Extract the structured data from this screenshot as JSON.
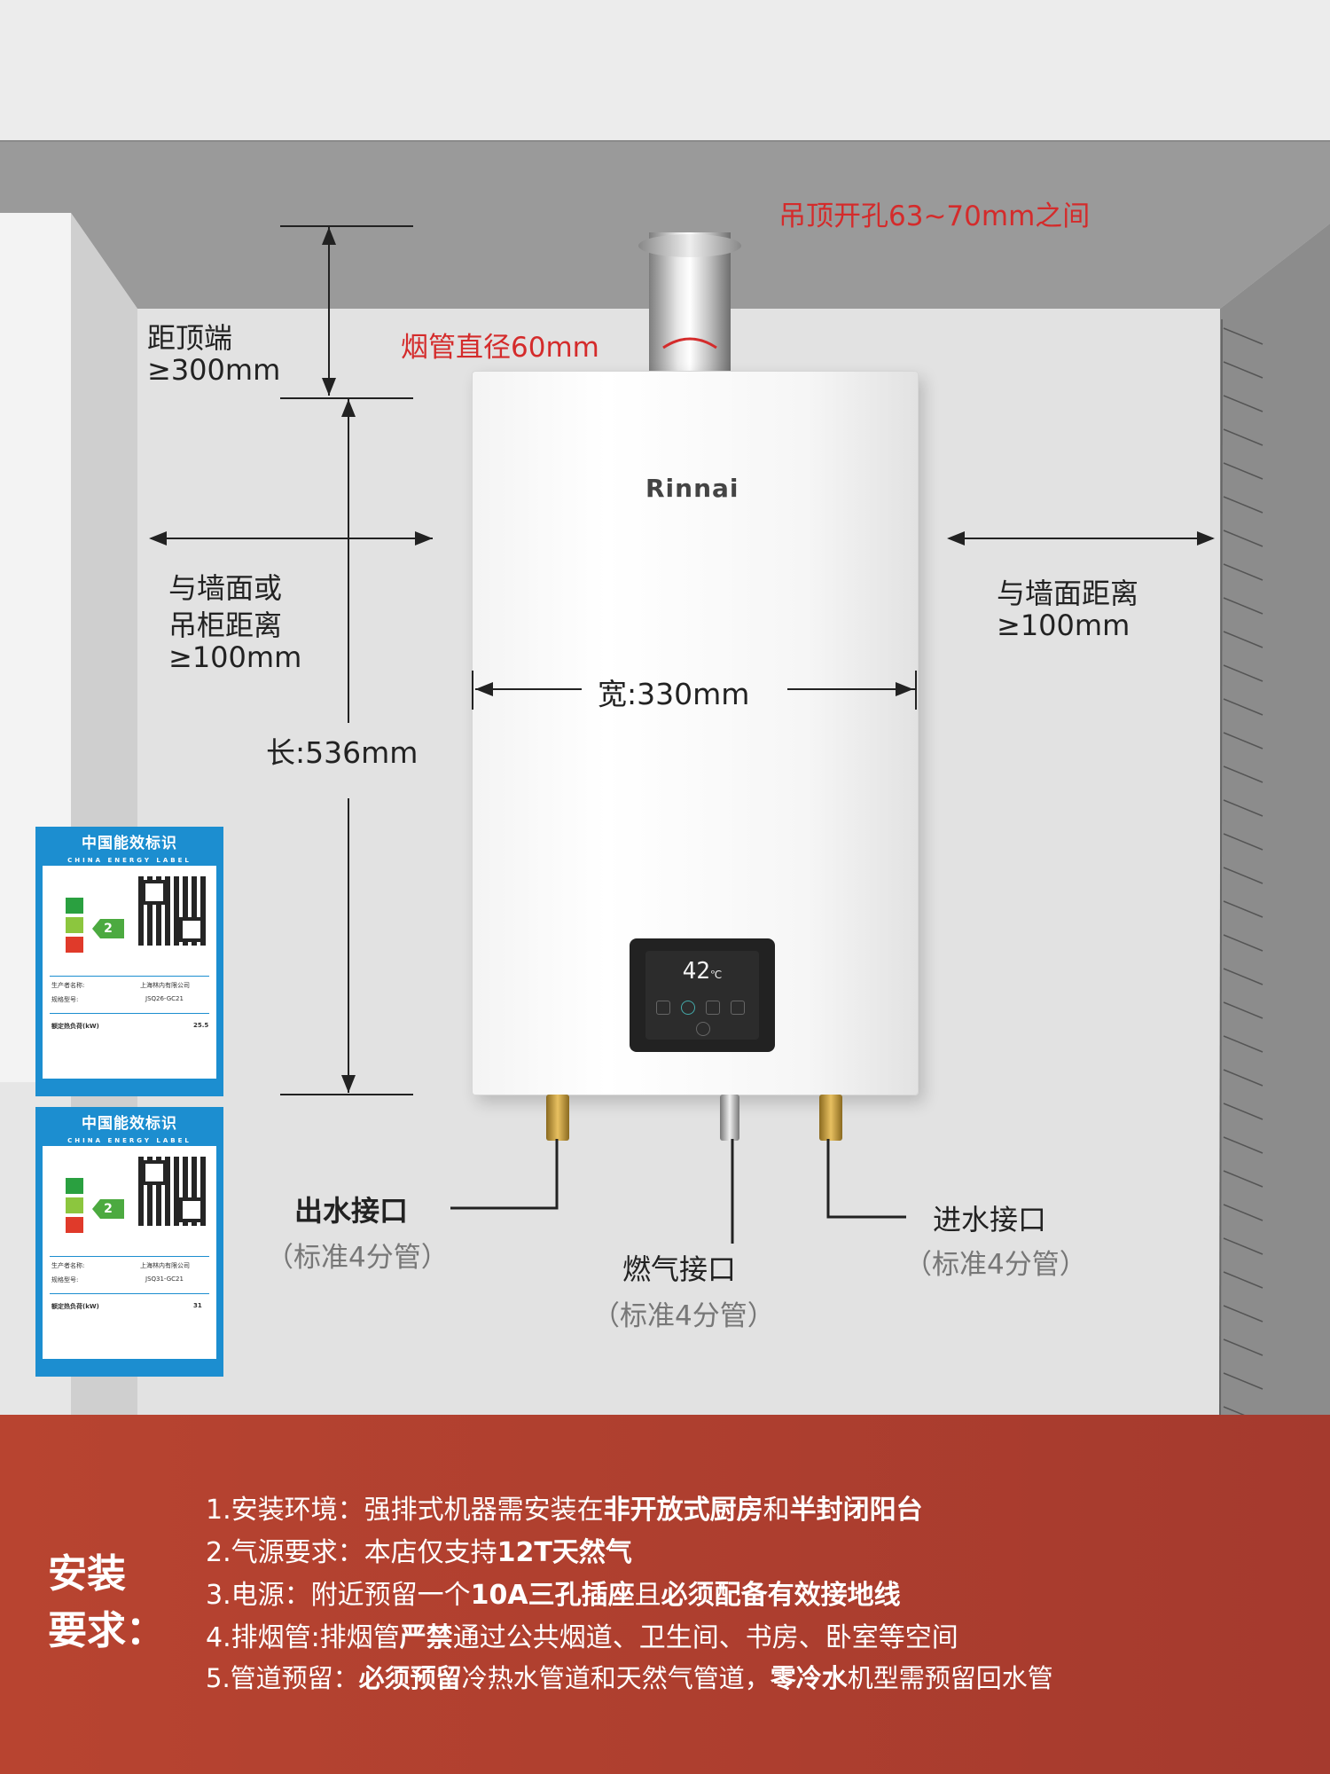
{
  "dimensions": {
    "ceiling_hole": "吊顶开孔63~70mm之间",
    "flue_diameter": "烟管直径60mm",
    "top_distance_line1": "距顶端",
    "top_distance_line2": "≥300mm",
    "left_wall_line1": "与墙面或",
    "left_wall_line2": "吊柜距离",
    "left_wall_line3": "≥100mm",
    "right_wall_line1": "与墙面距离",
    "right_wall_line2": "≥100mm",
    "width": "宽:330mm",
    "length": "长:536mm"
  },
  "heater": {
    "brand": "Rinnai",
    "display_temp": "42",
    "display_unit": "℃"
  },
  "connections": {
    "outlet_label": "出水接口",
    "outlet_spec": "（标准4分管）",
    "gas_label": "燃气接口",
    "gas_spec": "（标准4分管）",
    "inlet_label": "进水接口",
    "inlet_spec": "（标准4分管）"
  },
  "energy_labels": [
    {
      "title": "中国能效标识",
      "subtitle": "CHINA ENERGY LABEL",
      "grade": "2",
      "maker_key": "生产者名称:",
      "maker": "上海林内有限公司",
      "model_key": "规格型号:",
      "model": "JSQ26-GC21",
      "load_key": "额定热负荷(kW)",
      "load": "25.5"
    },
    {
      "title": "中国能效标识",
      "subtitle": "CHINA ENERGY LABEL",
      "grade": "2",
      "maker_key": "生产者名称:",
      "maker": "上海林内有限公司",
      "model_key": "规格型号:",
      "model": "JSQ31-GC21",
      "load_key": "额定热负荷(kW)",
      "load": "31"
    }
  ],
  "requirements": {
    "title_line1": "安装",
    "title_line2": "要求：",
    "items": [
      {
        "plain": "1.安装环境：强排式机器需安装在",
        "bold": "非开放式厨房",
        "plain2": "和",
        "bold2": "半封闭阳台",
        "plain3": ""
      },
      {
        "plain": "2.气源要求：本店仅支持",
        "bold": "12T天然气",
        "plain2": "",
        "bold2": "",
        "plain3": ""
      },
      {
        "plain": "3.电源：附近预留一个",
        "bold": "10A三孔插座",
        "plain2": "且",
        "bold2": "必须配备有效接地线",
        "plain3": ""
      },
      {
        "plain": "4.排烟管:排烟管",
        "bold": "严禁",
        "plain2": "通过公共烟道、卫生间、书房、卧室等空间",
        "bold2": "",
        "plain3": ""
      },
      {
        "plain": "5.管道预留：",
        "bold": "必须预留",
        "plain2": "冷热水管道和天然气管道，",
        "bold2": "零冷水",
        "plain3": "机型需预留回水管"
      }
    ]
  },
  "colors": {
    "accent_red": "#d42b2b",
    "bottom_band": "#b84430",
    "energy_blue": "#1c8ed0"
  }
}
